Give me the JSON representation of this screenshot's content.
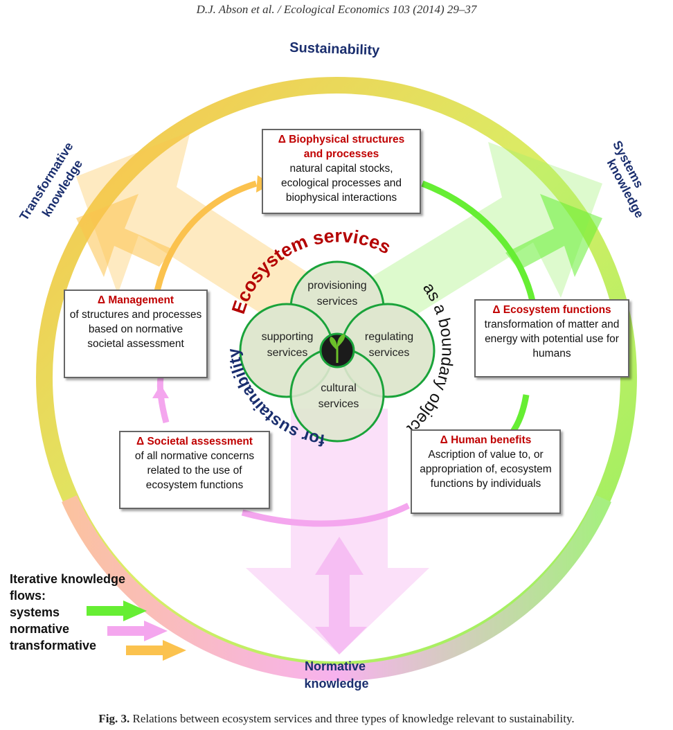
{
  "header": {
    "running_head": "D.J. Abson et al. / Ecological Economics 103 (2014) 29–37"
  },
  "ring_labels": {
    "sustainability": "Sustainability",
    "transformative_1": "Transformative",
    "transformative_2": "knowledge",
    "systems_1": "Systems",
    "systems_2": "knowledge",
    "normative_1": "Normative",
    "normative_2": "knowledge"
  },
  "center": {
    "arc_top": "Ecosystem services",
    "arc_right": "as a boundary object",
    "arc_left": "for sustainability",
    "petals": {
      "provisioning_1": "provisioning",
      "provisioning_2": "services",
      "regulating_1": "regulating",
      "regulating_2": "services",
      "cultural_1": "cultural",
      "cultural_2": "services",
      "supporting_1": "supporting",
      "supporting_2": "services"
    }
  },
  "boxes": {
    "biophysical": {
      "title": "Δ Biophysical structures and processes",
      "body": "natural capital stocks, ecological processes and biophysical interactions"
    },
    "management": {
      "title": "Δ Management",
      "body": "of structures and processes based on normative societal assessment"
    },
    "functions": {
      "title": "Δ Ecosystem functions",
      "body": "transformation of matter and energy with potential use for humans"
    },
    "societal": {
      "title": "Δ Societal assessment",
      "body": "of all normative concerns related to the use of ecosystem functions"
    },
    "benefits": {
      "title": "Δ Human benefits",
      "body": "Ascription of value to, or appropriation of, ecosystem functions by individuals"
    }
  },
  "legend": {
    "line1": "Iterative knowledge",
    "line2": "flows:",
    "systems": "systems",
    "normative": "normative",
    "transformative": "transformative"
  },
  "colors": {
    "systems": "#66ee33",
    "normative": "#f4a6ee",
    "transformative": "#fbc24e",
    "label_blue": "#1a2e6e",
    "title_red": "#c00000"
  },
  "caption": {
    "label": "Fig. 3.",
    "text": "Relations between ecosystem services and three types of knowledge relevant to sustainability."
  }
}
